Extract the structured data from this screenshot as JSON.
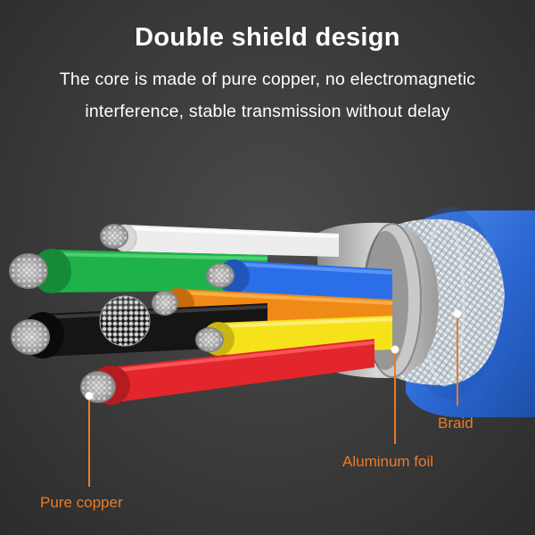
{
  "title": "Double shield design",
  "subtitle_lines": [
    "The core is made of pure copper, no electromagnetic",
    "interference, stable transmission without delay"
  ],
  "callouts": {
    "braid": "Braid",
    "aluminum_foil": "Aluminum foil",
    "pure_copper": "Pure copper"
  },
  "colors": {
    "callout": "#e87b2a",
    "outer_jacket": "#2d6fd6",
    "wire_white": "#f2f2f2",
    "wire_green": "#1fb24a",
    "wire_blue": "#2a6fe8",
    "wire_orange": "#f08a16",
    "wire_black": "#151515",
    "wire_yellow": "#f6e21a",
    "wire_red": "#e3262b"
  }
}
